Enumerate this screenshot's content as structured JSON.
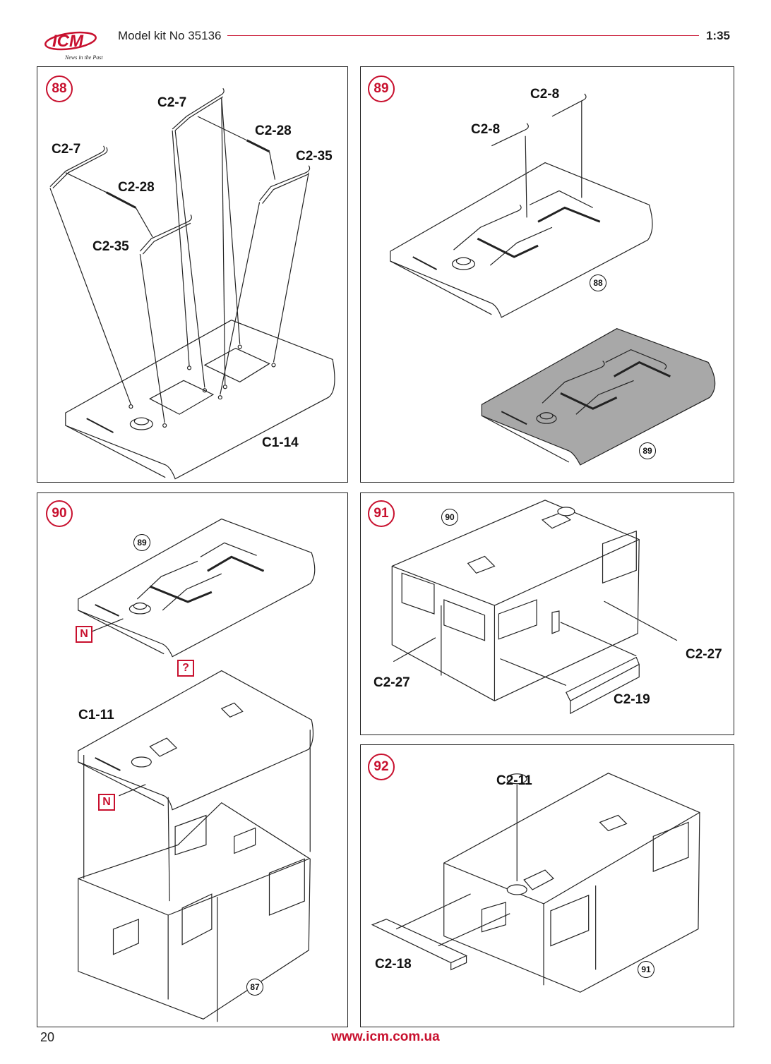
{
  "header": {
    "logo_text": "ICM",
    "logo_tagline": "News in the Past",
    "kit_title": "Model kit No 35136",
    "scale": "1:35"
  },
  "colors": {
    "accent": "#c8102e",
    "line": "#222222",
    "shaded_roof": "#a8a8a8"
  },
  "steps": [
    {
      "number": "88",
      "parts": [
        "C2-7",
        "C2-28",
        "C2-35",
        "C2-7",
        "C2-28",
        "C2-35",
        "C1-14"
      ]
    },
    {
      "number": "89",
      "parts": [
        "C2-8",
        "C2-8"
      ],
      "refs": [
        "88",
        "89"
      ]
    },
    {
      "number": "90",
      "parts": [
        "C1-11"
      ],
      "refs": [
        "89",
        "87"
      ],
      "tags": [
        "N",
        "?",
        "N"
      ]
    },
    {
      "number": "91",
      "parts": [
        "C2-27",
        "C2-27",
        "C2-19"
      ],
      "refs": [
        "90"
      ]
    },
    {
      "number": "92",
      "parts": [
        "C2-11",
        "C2-18"
      ],
      "refs": [
        "91"
      ]
    }
  ],
  "footer": {
    "page_number": "20",
    "url": "www.icm.com.ua"
  }
}
